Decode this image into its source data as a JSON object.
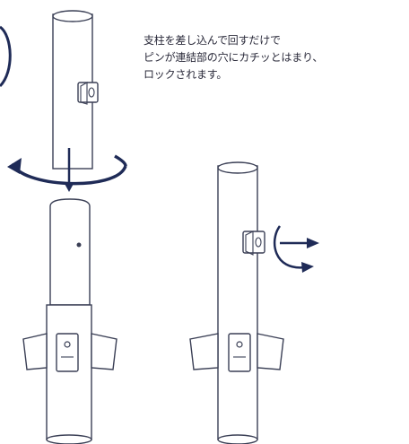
{
  "caption": {
    "line1": "支柱を差し込んで回すだけで",
    "line2": "ピンが連結部の穴にカチッとはまり、",
    "line3": "ロックされます。"
  },
  "colors": {
    "outline": "#3a3f55",
    "arrow": "#1f2b57",
    "background": "#ffffff"
  },
  "icons": [
    "rotation-arrow",
    "down-arrow",
    "right-arrow",
    "curved-arrow"
  ]
}
